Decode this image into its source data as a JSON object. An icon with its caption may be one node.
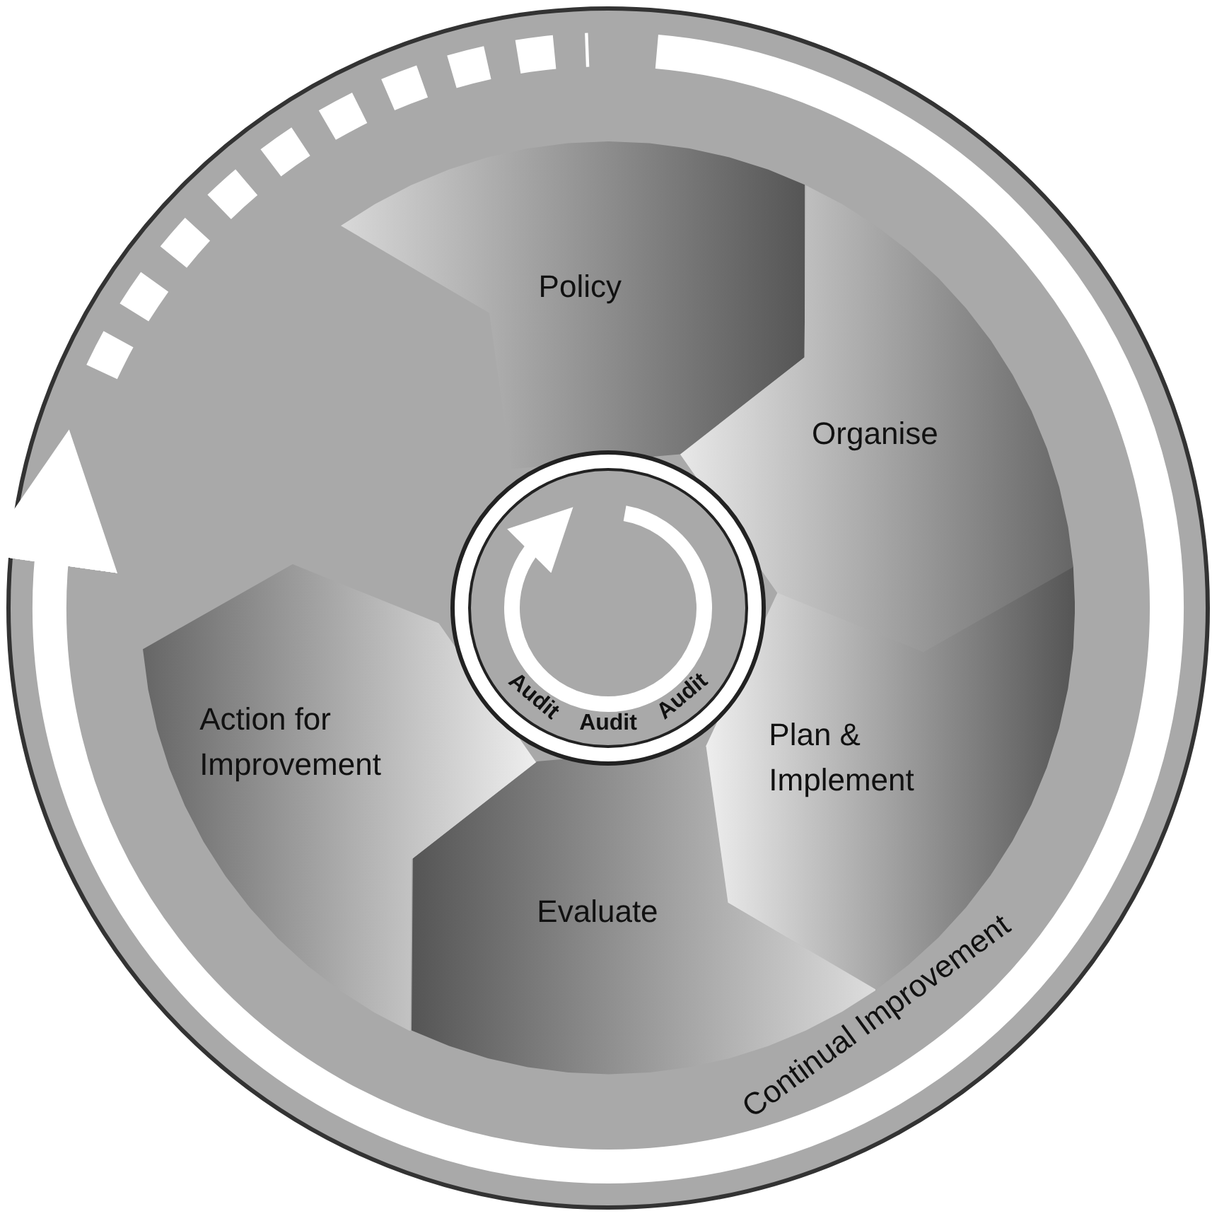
{
  "diagram": {
    "nodes": [
      {
        "text": [
          "Policy"
        ]
      },
      {
        "text": [
          "Organise"
        ]
      },
      {
        "text": [
          "Plan & Implement"
        ]
      },
      {
        "text": [
          "Evaluate"
        ]
      },
      {
        "text": [
          "Action for Improvement"
        ]
      },
      {
        "text": [
          "Audit",
          "Audit",
          "Audit"
        ]
      }
    ],
    "labels": [
      "Continual Improvement"
    ]
  }
}
